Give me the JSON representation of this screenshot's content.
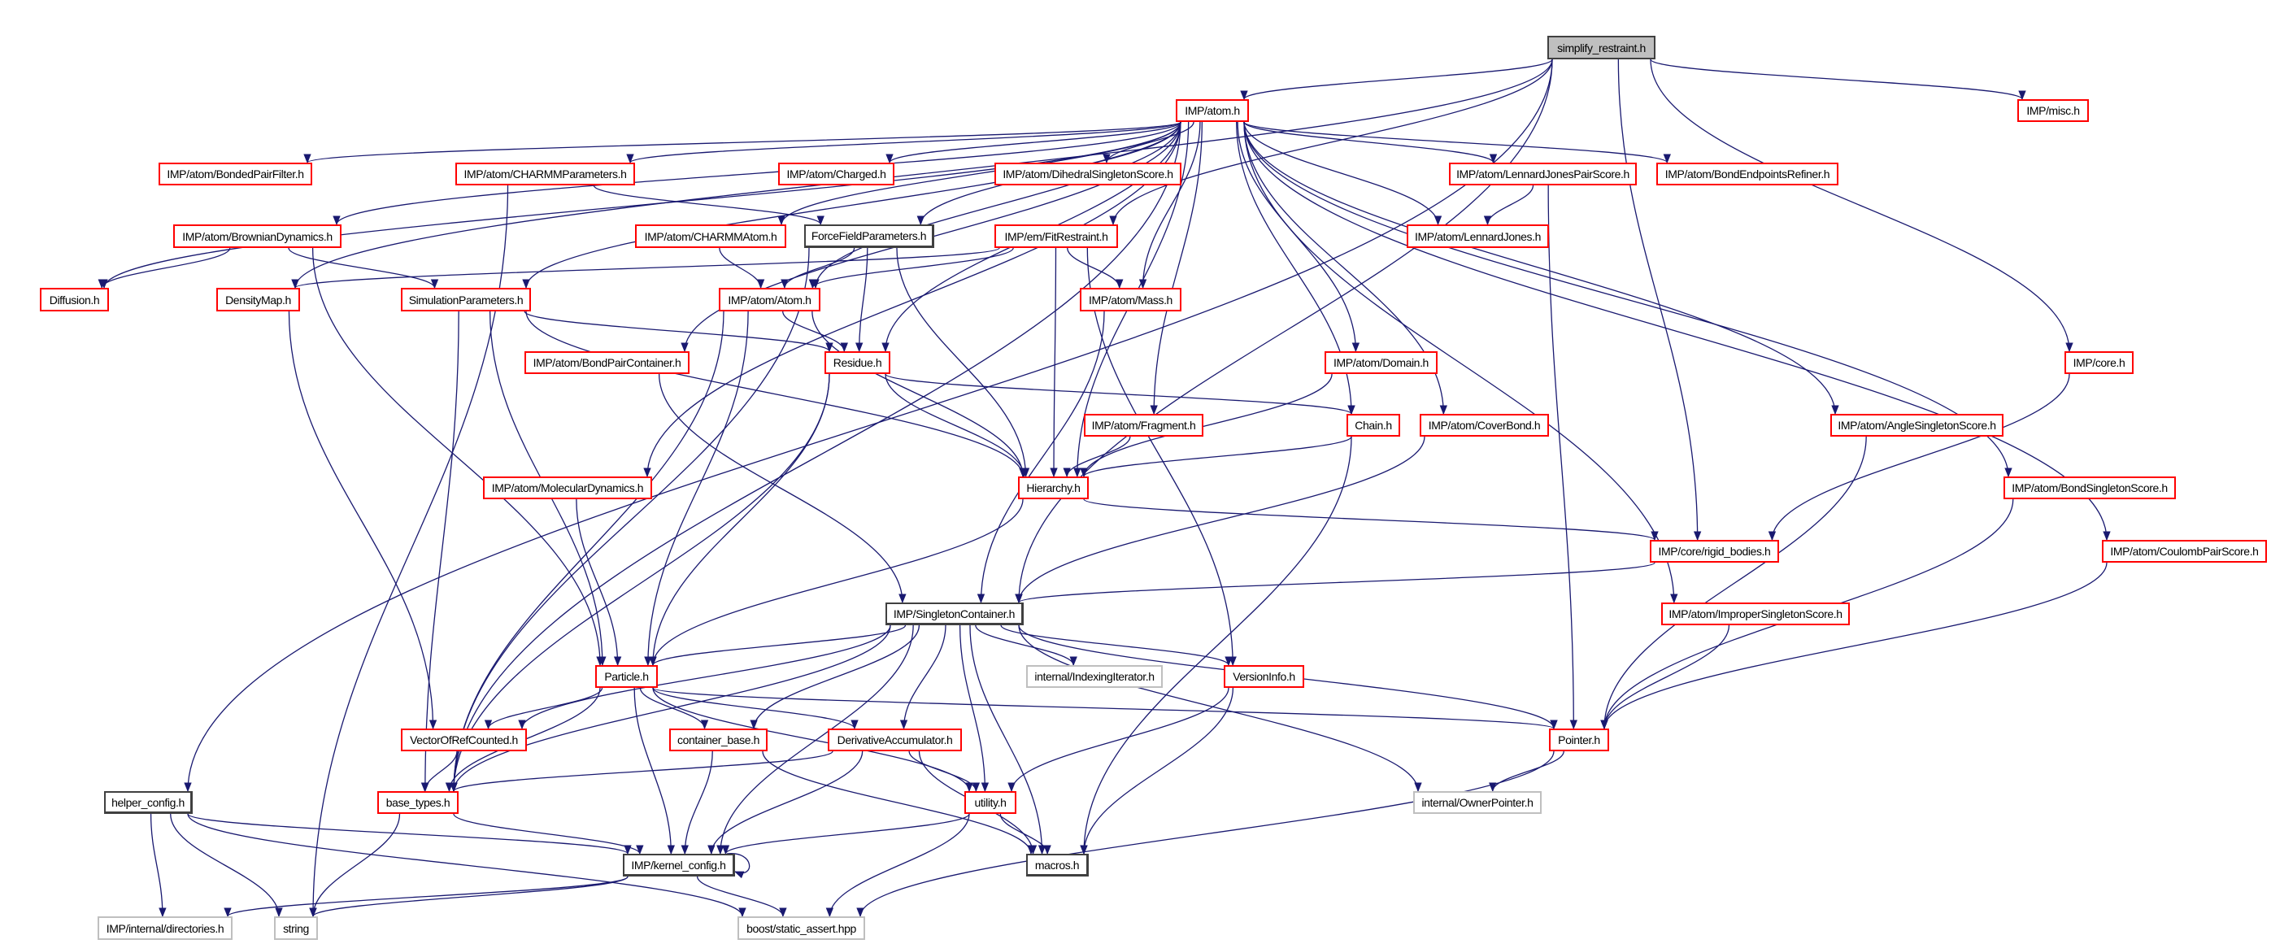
{
  "graph": {
    "edge_color": "#191970",
    "nodes": [
      {
        "id": "simplify",
        "label": "simplify_restraint.h",
        "style": "root"
      },
      {
        "id": "atom",
        "label": "IMP/atom.h",
        "style": "red"
      },
      {
        "id": "misc",
        "label": "IMP/misc.h",
        "style": "red"
      },
      {
        "id": "bondedpf",
        "label": "IMP/atom/BondedPairFilter.h",
        "style": "red"
      },
      {
        "id": "charmmparams",
        "label": "IMP/atom/CHARMMParameters.h",
        "style": "red"
      },
      {
        "id": "charged",
        "label": "IMP/atom/Charged.h",
        "style": "red"
      },
      {
        "id": "dihedral",
        "label": "IMP/atom/DihedralSingletonScore.h",
        "style": "red"
      },
      {
        "id": "ljps",
        "label": "IMP/atom/LennardJonesPairScore.h",
        "style": "red"
      },
      {
        "id": "bondendpoints",
        "label": "IMP/atom/BondEndpointsRefiner.h",
        "style": "red"
      },
      {
        "id": "brownian",
        "label": "IMP/atom/BrownianDynamics.h",
        "style": "red"
      },
      {
        "id": "charmmatom",
        "label": "IMP/atom/CHARMMAtom.h",
        "style": "red"
      },
      {
        "id": "ffparams",
        "label": "ForceFieldParameters.h",
        "style": "black"
      },
      {
        "id": "fitrestraint",
        "label": "IMP/em/FitRestraint.h",
        "style": "red"
      },
      {
        "id": "lj",
        "label": "IMP/atom/LennardJones.h",
        "style": "red"
      },
      {
        "id": "diffusion",
        "label": "Diffusion.h",
        "style": "red"
      },
      {
        "id": "densitymap",
        "label": "DensityMap.h",
        "style": "red"
      },
      {
        "id": "simparams",
        "label": "SimulationParameters.h",
        "style": "red"
      },
      {
        "id": "atomh",
        "label": "IMP/atom/Atom.h",
        "style": "red"
      },
      {
        "id": "mass",
        "label": "IMP/atom/Mass.h",
        "style": "red"
      },
      {
        "id": "bondpaircont",
        "label": "IMP/atom/BondPairContainer.h",
        "style": "red"
      },
      {
        "id": "residue",
        "label": "Residue.h",
        "style": "red"
      },
      {
        "id": "domain",
        "label": "IMP/atom/Domain.h",
        "style": "red"
      },
      {
        "id": "core",
        "label": "IMP/core.h",
        "style": "red"
      },
      {
        "id": "fragment",
        "label": "IMP/atom/Fragment.h",
        "style": "red"
      },
      {
        "id": "chain",
        "label": "Chain.h",
        "style": "red"
      },
      {
        "id": "coverbond",
        "label": "IMP/atom/CoverBond.h",
        "style": "red"
      },
      {
        "id": "angle",
        "label": "IMP/atom/AngleSingletonScore.h",
        "style": "red"
      },
      {
        "id": "moldyn",
        "label": "IMP/atom/MolecularDynamics.h",
        "style": "red"
      },
      {
        "id": "hierarchy",
        "label": "Hierarchy.h",
        "style": "red"
      },
      {
        "id": "bondsingleton",
        "label": "IMP/atom/BondSingletonScore.h",
        "style": "red"
      },
      {
        "id": "rigidbodies",
        "label": "IMP/core/rigid_bodies.h",
        "style": "red"
      },
      {
        "id": "coulomb",
        "label": "IMP/atom/CoulombPairScore.h",
        "style": "red"
      },
      {
        "id": "singletoncont",
        "label": "IMP/SingletonContainer.h",
        "style": "black"
      },
      {
        "id": "improper",
        "label": "IMP/atom/ImproperSingletonScore.h",
        "style": "red"
      },
      {
        "id": "particle",
        "label": "Particle.h",
        "style": "red"
      },
      {
        "id": "indexing",
        "label": "internal/IndexingIterator.h",
        "style": "gray"
      },
      {
        "id": "versioninfo",
        "label": "VersionInfo.h",
        "style": "red"
      },
      {
        "id": "vorc",
        "label": "VectorOfRefCounted.h",
        "style": "red"
      },
      {
        "id": "containerbase",
        "label": "container_base.h",
        "style": "red"
      },
      {
        "id": "derivacc",
        "label": "DerivativeAccumulator.h",
        "style": "red"
      },
      {
        "id": "pointer",
        "label": "Pointer.h",
        "style": "red"
      },
      {
        "id": "helperconfig",
        "label": "helper_config.h",
        "style": "black"
      },
      {
        "id": "basetypes",
        "label": "base_types.h",
        "style": "red"
      },
      {
        "id": "utility",
        "label": "utility.h",
        "style": "red"
      },
      {
        "id": "ownerpointer",
        "label": "internal/OwnerPointer.h",
        "style": "gray"
      },
      {
        "id": "kernelconfig",
        "label": "IMP/kernel_config.h",
        "style": "black"
      },
      {
        "id": "macros",
        "label": "macros.h",
        "style": "black"
      },
      {
        "id": "directories",
        "label": "IMP/internal/directories.h",
        "style": "gray"
      },
      {
        "id": "string",
        "label": "string",
        "style": "gray"
      },
      {
        "id": "staticassert",
        "label": "boost/static_assert.hpp",
        "style": "gray"
      }
    ],
    "edges": [
      [
        "simplify",
        "atom"
      ],
      [
        "simplify",
        "misc"
      ],
      [
        "simplify",
        "core"
      ],
      [
        "simplify",
        "rigidbodies"
      ],
      [
        "simplify",
        "singletoncont"
      ],
      [
        "simplify",
        "helperconfig"
      ],
      [
        "simplify",
        "fitrestraint"
      ],
      [
        "simplify",
        "densitymap"
      ],
      [
        "atom",
        "bondedpf"
      ],
      [
        "atom",
        "charmmparams"
      ],
      [
        "atom",
        "charged"
      ],
      [
        "atom",
        "dihedral"
      ],
      [
        "atom",
        "brownian"
      ],
      [
        "atom",
        "charmmatom"
      ],
      [
        "atom",
        "ffparams"
      ],
      [
        "atom",
        "diffusion"
      ],
      [
        "atom",
        "simparams"
      ],
      [
        "atom",
        "atomh"
      ],
      [
        "atom",
        "mass"
      ],
      [
        "atom",
        "bondpaircont"
      ],
      [
        "atom",
        "residue"
      ],
      [
        "atom",
        "moldyn"
      ],
      [
        "atom",
        "hierarchy"
      ],
      [
        "atom",
        "fragment"
      ],
      [
        "atom",
        "domain"
      ],
      [
        "atom",
        "chain"
      ],
      [
        "atom",
        "coverbond"
      ],
      [
        "atom",
        "ljps"
      ],
      [
        "atom",
        "bondendpoints"
      ],
      [
        "atom",
        "lj"
      ],
      [
        "atom",
        "angle"
      ],
      [
        "atom",
        "bondsingleton"
      ],
      [
        "atom",
        "improper"
      ],
      [
        "atom",
        "coulomb"
      ],
      [
        "atom",
        "basetypes"
      ],
      [
        "charmmparams",
        "ffparams"
      ],
      [
        "charmmparams",
        "string"
      ],
      [
        "brownian",
        "diffusion"
      ],
      [
        "brownian",
        "simparams"
      ],
      [
        "brownian",
        "particle"
      ],
      [
        "charmmatom",
        "atomh"
      ],
      [
        "ffparams",
        "atomh"
      ],
      [
        "ffparams",
        "residue"
      ],
      [
        "ffparams",
        "hierarchy"
      ],
      [
        "ffparams",
        "basetypes"
      ],
      [
        "fitrestraint",
        "densitymap"
      ],
      [
        "fitrestraint",
        "atomh"
      ],
      [
        "fitrestraint",
        "mass"
      ],
      [
        "fitrestraint",
        "hierarchy"
      ],
      [
        "fitrestraint",
        "versioninfo"
      ],
      [
        "densitymap",
        "vorc"
      ],
      [
        "simparams",
        "residue"
      ],
      [
        "simparams",
        "hierarchy"
      ],
      [
        "simparams",
        "basetypes"
      ],
      [
        "simparams",
        "particle"
      ],
      [
        "atomh",
        "residue"
      ],
      [
        "atomh",
        "hierarchy"
      ],
      [
        "atomh",
        "particle"
      ],
      [
        "atomh",
        "basetypes"
      ],
      [
        "mass",
        "singletoncont"
      ],
      [
        "bondpaircont",
        "singletoncont"
      ],
      [
        "residue",
        "chain"
      ],
      [
        "residue",
        "hierarchy"
      ],
      [
        "residue",
        "particle"
      ],
      [
        "residue",
        "basetypes"
      ],
      [
        "domain",
        "hierarchy"
      ],
      [
        "fragment",
        "hierarchy"
      ],
      [
        "chain",
        "hierarchy"
      ],
      [
        "chain",
        "macros"
      ],
      [
        "coverbond",
        "singletoncont"
      ],
      [
        "ljps",
        "lj"
      ],
      [
        "ljps",
        "pointer"
      ],
      [
        "hierarchy",
        "particle"
      ],
      [
        "hierarchy",
        "rigidbodies"
      ],
      [
        "moldyn",
        "particle"
      ],
      [
        "core",
        "rigidbodies"
      ],
      [
        "rigidbodies",
        "singletoncont"
      ],
      [
        "angle",
        "pointer"
      ],
      [
        "bondsingleton",
        "pointer"
      ],
      [
        "coulomb",
        "pointer"
      ],
      [
        "improper",
        "pointer"
      ],
      [
        "singletoncont",
        "particle"
      ],
      [
        "singletoncont",
        "vorc"
      ],
      [
        "singletoncont",
        "basetypes"
      ],
      [
        "singletoncont",
        "containerbase"
      ],
      [
        "singletoncont",
        "derivacc"
      ],
      [
        "singletoncont",
        "kernelconfig"
      ],
      [
        "singletoncont",
        "utility"
      ],
      [
        "singletoncont",
        "macros"
      ],
      [
        "singletoncont",
        "indexing"
      ],
      [
        "singletoncont",
        "versioninfo"
      ],
      [
        "singletoncont",
        "pointer"
      ],
      [
        "singletoncont",
        "ownerpointer"
      ],
      [
        "particle",
        "vorc"
      ],
      [
        "particle",
        "basetypes"
      ],
      [
        "particle",
        "containerbase"
      ],
      [
        "particle",
        "derivacc"
      ],
      [
        "particle",
        "utility"
      ],
      [
        "particle",
        "kernelconfig"
      ],
      [
        "particle",
        "pointer"
      ],
      [
        "vorc",
        "basetypes"
      ],
      [
        "containerbase",
        "kernelconfig"
      ],
      [
        "containerbase",
        "macros"
      ],
      [
        "derivacc",
        "basetypes"
      ],
      [
        "derivacc",
        "kernelconfig"
      ],
      [
        "derivacc",
        "utility"
      ],
      [
        "derivacc",
        "macros"
      ],
      [
        "versioninfo",
        "utility"
      ],
      [
        "versioninfo",
        "macros"
      ],
      [
        "utility",
        "kernelconfig"
      ],
      [
        "utility",
        "macros"
      ],
      [
        "utility",
        "staticassert"
      ],
      [
        "pointer",
        "ownerpointer"
      ],
      [
        "pointer",
        "staticassert"
      ],
      [
        "basetypes",
        "kernelconfig"
      ],
      [
        "basetypes",
        "string"
      ],
      [
        "kernelconfig",
        "kernelconfig"
      ],
      [
        "kernelconfig",
        "directories"
      ],
      [
        "kernelconfig",
        "string"
      ],
      [
        "kernelconfig",
        "staticassert"
      ],
      [
        "helperconfig",
        "kernelconfig"
      ],
      [
        "helperconfig",
        "directories"
      ],
      [
        "helperconfig",
        "string"
      ],
      [
        "helperconfig",
        "staticassert"
      ]
    ]
  }
}
